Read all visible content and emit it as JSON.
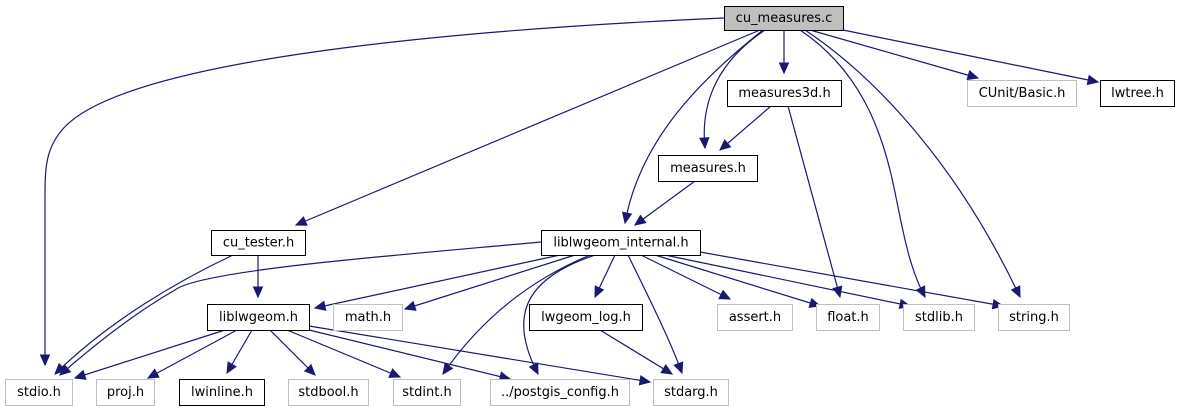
{
  "title": "cu_measures.c include dependency graph",
  "colors": {
    "edge": "#191970",
    "root_fill": "#bfbfbf",
    "internal_border": "#000000",
    "external_border": "#bfbfbf"
  },
  "nodes": [
    {
      "id": "cu_measures_c",
      "label": "cu_measures.c",
      "kind": "root"
    },
    {
      "id": "measures3d_h",
      "label": "measures3d.h",
      "kind": "internal"
    },
    {
      "id": "cunit_basic_h",
      "label": "CUnit/Basic.h",
      "kind": "external"
    },
    {
      "id": "lwtree_h",
      "label": "lwtree.h",
      "kind": "internal"
    },
    {
      "id": "measures_h",
      "label": "measures.h",
      "kind": "internal"
    },
    {
      "id": "cu_tester_h",
      "label": "cu_tester.h",
      "kind": "internal"
    },
    {
      "id": "liblwgeom_internal_h",
      "label": "liblwgeom_internal.h",
      "kind": "internal"
    },
    {
      "id": "liblwgeom_h",
      "label": "liblwgeom.h",
      "kind": "internal"
    },
    {
      "id": "math_h",
      "label": "math.h",
      "kind": "external"
    },
    {
      "id": "lwgeom_log_h",
      "label": "lwgeom_log.h",
      "kind": "internal"
    },
    {
      "id": "assert_h",
      "label": "assert.h",
      "kind": "external"
    },
    {
      "id": "float_h",
      "label": "float.h",
      "kind": "external"
    },
    {
      "id": "stdlib_h",
      "label": "stdlib.h",
      "kind": "external"
    },
    {
      "id": "string_h",
      "label": "string.h",
      "kind": "external"
    },
    {
      "id": "stdio_h",
      "label": "stdio.h",
      "kind": "external"
    },
    {
      "id": "proj_h",
      "label": "proj.h",
      "kind": "external"
    },
    {
      "id": "lwinline_h",
      "label": "lwinline.h",
      "kind": "internal"
    },
    {
      "id": "stdbool_h",
      "label": "stdbool.h",
      "kind": "external"
    },
    {
      "id": "stdint_h",
      "label": "stdint.h",
      "kind": "external"
    },
    {
      "id": "postgis_config_h",
      "label": "../postgis_config.h",
      "kind": "external"
    },
    {
      "id": "stdarg_h",
      "label": "stdarg.h",
      "kind": "external"
    }
  ],
  "edges": [
    {
      "from": "cu_measures_c",
      "to": "stdio_h"
    },
    {
      "from": "cu_measures_c",
      "to": "cu_tester_h"
    },
    {
      "from": "cu_measures_c",
      "to": "liblwgeom_internal_h"
    },
    {
      "from": "cu_measures_c",
      "to": "measures_h"
    },
    {
      "from": "cu_measures_c",
      "to": "measures3d_h"
    },
    {
      "from": "cu_measures_c",
      "to": "stdlib_h"
    },
    {
      "from": "cu_measures_c",
      "to": "string_h"
    },
    {
      "from": "cu_measures_c",
      "to": "cunit_basic_h"
    },
    {
      "from": "cu_measures_c",
      "to": "lwtree_h"
    },
    {
      "from": "measures3d_h",
      "to": "measures_h"
    },
    {
      "from": "measures3d_h",
      "to": "float_h"
    },
    {
      "from": "measures_h",
      "to": "liblwgeom_internal_h"
    },
    {
      "from": "cu_tester_h",
      "to": "stdio_h"
    },
    {
      "from": "cu_tester_h",
      "to": "liblwgeom_h"
    },
    {
      "from": "liblwgeom_internal_h",
      "to": "stdio_h"
    },
    {
      "from": "liblwgeom_internal_h",
      "to": "liblwgeom_h"
    },
    {
      "from": "liblwgeom_internal_h",
      "to": "math_h"
    },
    {
      "from": "liblwgeom_internal_h",
      "to": "stdint_h"
    },
    {
      "from": "liblwgeom_internal_h",
      "to": "postgis_config_h"
    },
    {
      "from": "liblwgeom_internal_h",
      "to": "lwgeom_log_h"
    },
    {
      "from": "liblwgeom_internal_h",
      "to": "stdarg_h"
    },
    {
      "from": "liblwgeom_internal_h",
      "to": "assert_h"
    },
    {
      "from": "liblwgeom_internal_h",
      "to": "float_h"
    },
    {
      "from": "liblwgeom_internal_h",
      "to": "stdlib_h"
    },
    {
      "from": "liblwgeom_internal_h",
      "to": "string_h"
    },
    {
      "from": "liblwgeom_h",
      "to": "stdio_h"
    },
    {
      "from": "liblwgeom_h",
      "to": "proj_h"
    },
    {
      "from": "liblwgeom_h",
      "to": "lwinline_h"
    },
    {
      "from": "liblwgeom_h",
      "to": "stdbool_h"
    },
    {
      "from": "liblwgeom_h",
      "to": "stdint_h"
    },
    {
      "from": "liblwgeom_h",
      "to": "postgis_config_h"
    },
    {
      "from": "liblwgeom_h",
      "to": "stdarg_h"
    },
    {
      "from": "lwgeom_log_h",
      "to": "stdarg_h"
    }
  ]
}
